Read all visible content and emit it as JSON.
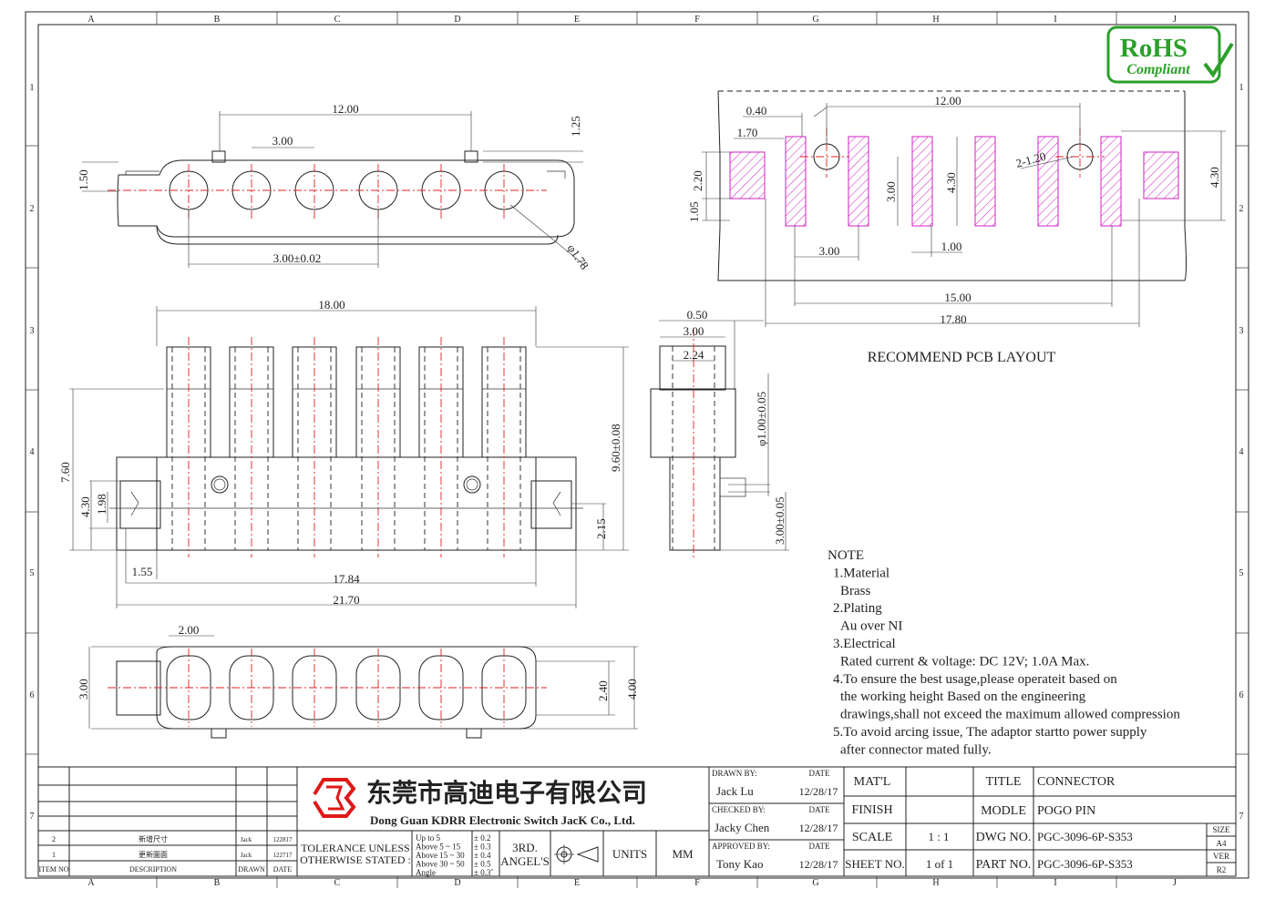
{
  "border": {
    "cols": [
      "A",
      "B",
      "C",
      "D",
      "E",
      "F",
      "G",
      "H",
      "I",
      "J"
    ],
    "rows": [
      "1",
      "2",
      "3",
      "4",
      "5",
      "6",
      "7"
    ]
  },
  "rohs": {
    "line1": "RoHS",
    "line2": "Compliant"
  },
  "views": {
    "top": {
      "d_12": "12.00",
      "d_3": "3.00",
      "d_125": "1.25",
      "d_150": "1.50",
      "d_pitch": "3.00±0.02",
      "d_phi": "φ1.78"
    },
    "front": {
      "d_18": "18.00",
      "d_960": "9.60±0.08",
      "d_760": "7.60",
      "d_430": "4.30",
      "d_198": "1.98",
      "d_215": "2.15",
      "d_155": "1.55",
      "d_1784": "17.84",
      "d_2170": "21.70"
    },
    "side": {
      "d_050": "0.50",
      "d_300": "3.00",
      "d_224": "2.24",
      "d_phi100": "φ1.00±0.05",
      "d_300b": "3.00±0.05"
    },
    "bottom": {
      "d_200": "2.00",
      "d_300": "3.00",
      "d_240": "2.40",
      "d_400": "4.00"
    },
    "pcb": {
      "d_040": "0.40",
      "d_1200": "12.00",
      "d_170": "1.70",
      "d_220": "2.20",
      "d_105": "1.05",
      "d_300v": "3.00",
      "d_430a": "4.30",
      "d_2r": "2-1.20",
      "d_430b": "4.30",
      "d_300h": "3.00",
      "d_100": "1.00",
      "d_1500": "15.00",
      "d_1780": "17.80"
    },
    "pcb_label": "RECOMMEND PCB LAYOUT"
  },
  "notes": [
    "NOTE",
    "1.Material",
    "Brass",
    "2.Plating",
    "Au  over  NI",
    "3.Electrical",
    "Rated current & voltage: DC 12V; 1.0A  Max.",
    "4.To ensure the best usage,please operateit based on",
    "the working height Based on the engineering",
    "drawings,shall not exceed the maximum allowed compression",
    "5.To avoid arcing issue, The adaptor startto power supply",
    "after connector mated fully."
  ],
  "title_block": {
    "revisions": [
      {
        "no": "2",
        "desc": "新增尺寸",
        "drawn": "Jack",
        "date": "122817"
      },
      {
        "no": "1",
        "desc": "更新圖面",
        "drawn": "Jack",
        "date": "122717"
      }
    ],
    "rev_headers": {
      "no": "ITEM NO",
      "desc": "DESCRIPTION",
      "drawn": "DRAWN",
      "date": "DATE"
    },
    "company_cn": "东莞市高迪电子有限公司",
    "company_en": "Dong Guan KDRR  Electronic Switch JacK Co., Ltd.",
    "tolerance_label1": "TOLERANCE UNLESS",
    "tolerance_label2": "OTHERWISE STATED :",
    "tolerances": [
      {
        "range": "Up  to  5",
        "value": "± 0.2"
      },
      {
        "range": "Above 5  ~ 15",
        "value": "± 0.3"
      },
      {
        "range": "Above 15 ~ 30",
        "value": "± 0.4"
      },
      {
        "range": "Above 30 ~ 50",
        "value": "± 0.5"
      },
      {
        "range": "Angle",
        "value": "± 0.3˚"
      }
    ],
    "angle1": "3RD.",
    "angle2": "ANGEL'S",
    "units_label": "UNITS",
    "units_value": "MM",
    "drawn_by_label": "DRAWN BY:",
    "drawn_by": "Jack  Lu",
    "drawn_date": "12/28/17",
    "checked_by_label": "CHECKED BY:",
    "checked_by": "Jacky Chen",
    "checked_date": "12/28/17",
    "approved_by_label": "APPROVED BY:",
    "approved_by": "Tony Kao",
    "approved_date": "12/28/17",
    "date_label": "DATE",
    "matl_label": "MAT'L",
    "finish_label": "FINISH",
    "scale_label": "SCALE",
    "scale_value": "1 : 1",
    "sheet_label": "SHEET NO.",
    "sheet_value": "1 of 1",
    "title_label": "TITLE",
    "title_value": "CONNECTOR",
    "model_label": "MODLE",
    "model_value": "POGO PIN",
    "dwg_label": "DWG NO.",
    "dwg_value": "PGC-3096-6P-S353",
    "part_label": "PART NO.",
    "part_value": "PGC-3096-6P-S353",
    "size_label": "SIZE",
    "size_value": "A4",
    "ver_label": "VER",
    "ver_value": "R2"
  },
  "colors": {
    "center_line": "#e02020",
    "pad": "#d020c0",
    "rohs": "#2aa02a",
    "logo": "#e01818"
  }
}
